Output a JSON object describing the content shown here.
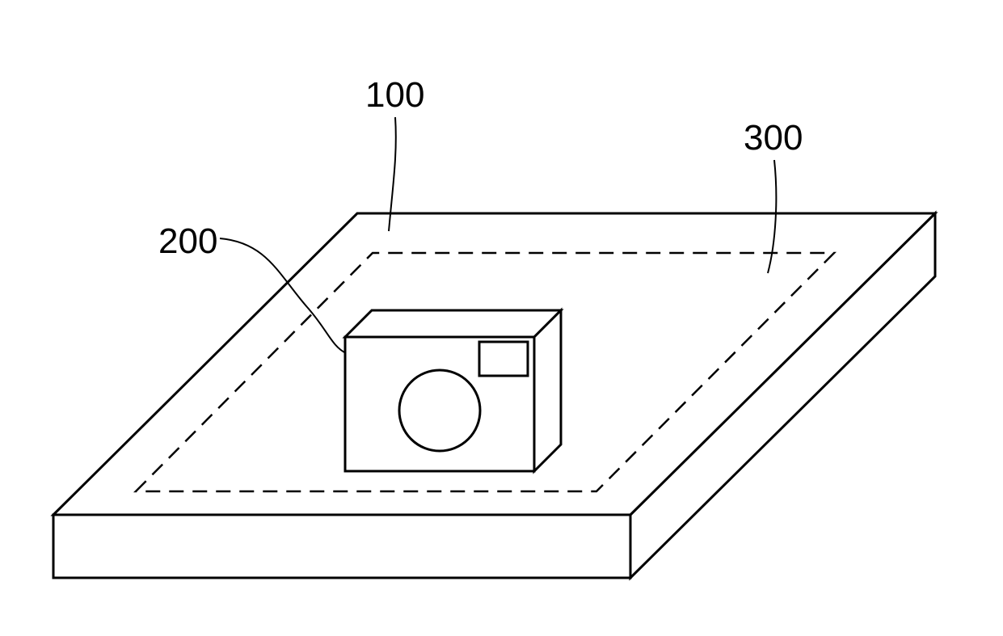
{
  "figure": {
    "labels": {
      "substrate": "100",
      "camera": "200",
      "region": "300"
    }
  },
  "colors": {
    "line": "#000000",
    "background": "#ffffff"
  }
}
